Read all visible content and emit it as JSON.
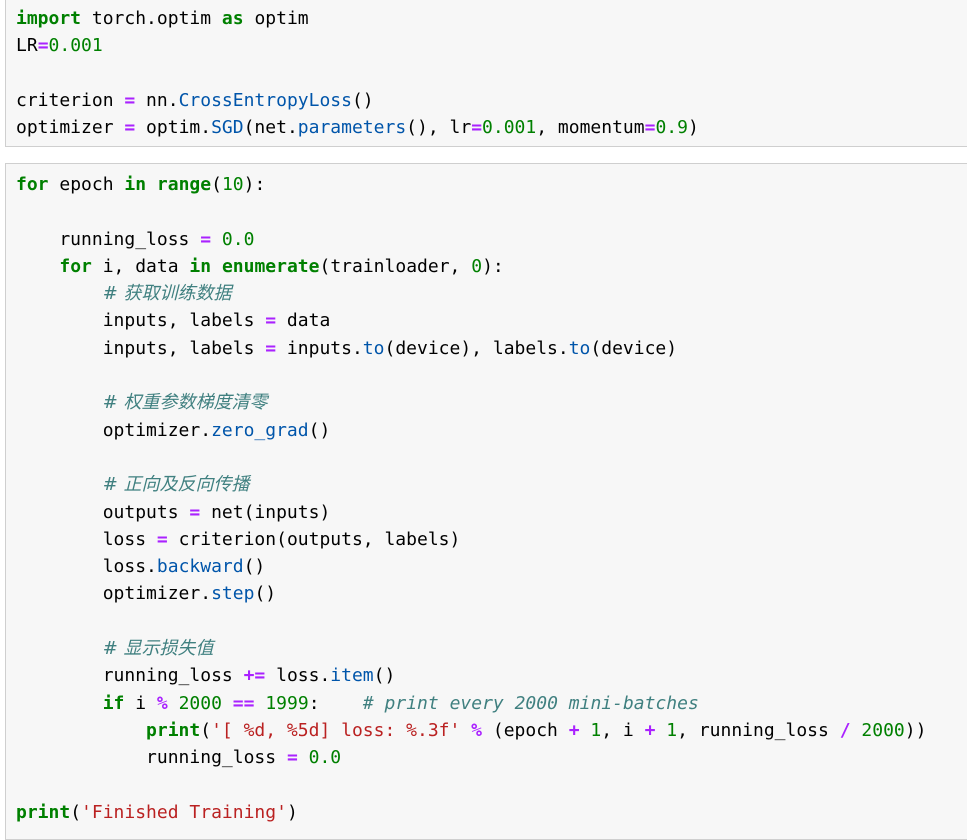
{
  "cells": [
    {
      "lines": [
        [
          {
            "t": "kw",
            "v": "import"
          },
          {
            "t": "",
            "v": " torch.optim "
          },
          {
            "t": "kw",
            "v": "as"
          },
          {
            "t": "",
            "v": " optim"
          }
        ],
        [
          {
            "t": "",
            "v": "LR"
          },
          {
            "t": "op",
            "v": "="
          },
          {
            "t": "num",
            "v": "0.001"
          }
        ],
        [],
        [
          {
            "t": "",
            "v": "criterion "
          },
          {
            "t": "op",
            "v": "="
          },
          {
            "t": "",
            "v": " nn."
          },
          {
            "t": "fn",
            "v": "CrossEntropyLoss"
          },
          {
            "t": "",
            "v": "()"
          }
        ],
        [
          {
            "t": "",
            "v": "optimizer "
          },
          {
            "t": "op",
            "v": "="
          },
          {
            "t": "",
            "v": " optim."
          },
          {
            "t": "fn",
            "v": "SGD"
          },
          {
            "t": "",
            "v": "(net."
          },
          {
            "t": "fn",
            "v": "parameters"
          },
          {
            "t": "",
            "v": "(), lr"
          },
          {
            "t": "op",
            "v": "="
          },
          {
            "t": "num",
            "v": "0.001"
          },
          {
            "t": "",
            "v": ", momentum"
          },
          {
            "t": "op",
            "v": "="
          },
          {
            "t": "num",
            "v": "0.9"
          },
          {
            "t": "",
            "v": ")"
          }
        ]
      ]
    },
    {
      "lines": [
        [
          {
            "t": "kw",
            "v": "for"
          },
          {
            "t": "",
            "v": " epoch "
          },
          {
            "t": "kw",
            "v": "in"
          },
          {
            "t": "",
            "v": " "
          },
          {
            "t": "kw",
            "v": "range"
          },
          {
            "t": "",
            "v": "("
          },
          {
            "t": "num",
            "v": "10"
          },
          {
            "t": "",
            "v": "):"
          }
        ],
        [],
        [
          {
            "t": "",
            "v": "    running_loss "
          },
          {
            "t": "op",
            "v": "="
          },
          {
            "t": "",
            "v": " "
          },
          {
            "t": "num",
            "v": "0.0"
          }
        ],
        [
          {
            "t": "",
            "v": "    "
          },
          {
            "t": "kw",
            "v": "for"
          },
          {
            "t": "",
            "v": " i, data "
          },
          {
            "t": "kw",
            "v": "in"
          },
          {
            "t": "",
            "v": " "
          },
          {
            "t": "kw",
            "v": "enumerate"
          },
          {
            "t": "",
            "v": "(trainloader, "
          },
          {
            "t": "num",
            "v": "0"
          },
          {
            "t": "",
            "v": "):"
          }
        ],
        [
          {
            "t": "",
            "v": "        "
          },
          {
            "t": "cmz",
            "v": "# 获取训练数据"
          }
        ],
        [
          {
            "t": "",
            "v": "        inputs, labels "
          },
          {
            "t": "op",
            "v": "="
          },
          {
            "t": "",
            "v": " data"
          }
        ],
        [
          {
            "t": "",
            "v": "        inputs, labels "
          },
          {
            "t": "op",
            "v": "="
          },
          {
            "t": "",
            "v": " inputs."
          },
          {
            "t": "fn",
            "v": "to"
          },
          {
            "t": "",
            "v": "(device), labels."
          },
          {
            "t": "fn",
            "v": "to"
          },
          {
            "t": "",
            "v": "(device)"
          }
        ],
        [],
        [
          {
            "t": "",
            "v": "        "
          },
          {
            "t": "cmz",
            "v": "# 权重参数梯度清零"
          }
        ],
        [
          {
            "t": "",
            "v": "        optimizer."
          },
          {
            "t": "fn",
            "v": "zero_grad"
          },
          {
            "t": "",
            "v": "()"
          }
        ],
        [],
        [
          {
            "t": "",
            "v": "        "
          },
          {
            "t": "cmz",
            "v": "# 正向及反向传播"
          }
        ],
        [
          {
            "t": "",
            "v": "        outputs "
          },
          {
            "t": "op",
            "v": "="
          },
          {
            "t": "",
            "v": " net(inputs)"
          }
        ],
        [
          {
            "t": "",
            "v": "        loss "
          },
          {
            "t": "op",
            "v": "="
          },
          {
            "t": "",
            "v": " criterion(outputs, labels)"
          }
        ],
        [
          {
            "t": "",
            "v": "        loss."
          },
          {
            "t": "fn",
            "v": "backward"
          },
          {
            "t": "",
            "v": "()"
          }
        ],
        [
          {
            "t": "",
            "v": "        optimizer."
          },
          {
            "t": "fn",
            "v": "step"
          },
          {
            "t": "",
            "v": "()"
          }
        ],
        [],
        [
          {
            "t": "",
            "v": "        "
          },
          {
            "t": "cmz",
            "v": "# 显示损失值"
          }
        ],
        [
          {
            "t": "",
            "v": "        running_loss "
          },
          {
            "t": "op",
            "v": "+="
          },
          {
            "t": "",
            "v": " loss."
          },
          {
            "t": "fn",
            "v": "item"
          },
          {
            "t": "",
            "v": "()"
          }
        ],
        [
          {
            "t": "",
            "v": "        "
          },
          {
            "t": "kw",
            "v": "if"
          },
          {
            "t": "",
            "v": " i "
          },
          {
            "t": "op",
            "v": "%"
          },
          {
            "t": "",
            "v": " "
          },
          {
            "t": "num",
            "v": "2000"
          },
          {
            "t": "",
            "v": " "
          },
          {
            "t": "op",
            "v": "=="
          },
          {
            "t": "",
            "v": " "
          },
          {
            "t": "num",
            "v": "1999"
          },
          {
            "t": "",
            "v": ":    "
          },
          {
            "t": "cm",
            "v": "# print every 2000 mini-batches"
          }
        ],
        [
          {
            "t": "",
            "v": "            "
          },
          {
            "t": "kw",
            "v": "print"
          },
          {
            "t": "",
            "v": "("
          },
          {
            "t": "str",
            "v": "'[ %d, %5d] loss: %.3f'"
          },
          {
            "t": "",
            "v": " "
          },
          {
            "t": "op",
            "v": "%"
          },
          {
            "t": "",
            "v": " (epoch "
          },
          {
            "t": "op",
            "v": "+"
          },
          {
            "t": "",
            "v": " "
          },
          {
            "t": "num",
            "v": "1"
          },
          {
            "t": "",
            "v": ", i "
          },
          {
            "t": "op",
            "v": "+"
          },
          {
            "t": "",
            "v": " "
          },
          {
            "t": "num",
            "v": "1"
          },
          {
            "t": "",
            "v": ", running_loss "
          },
          {
            "t": "op",
            "v": "/"
          },
          {
            "t": "",
            "v": " "
          },
          {
            "t": "num",
            "v": "2000"
          },
          {
            "t": "",
            "v": "))"
          }
        ],
        [
          {
            "t": "",
            "v": "            running_loss "
          },
          {
            "t": "op",
            "v": "="
          },
          {
            "t": "",
            "v": " "
          },
          {
            "t": "num",
            "v": "0.0"
          }
        ],
        [],
        [
          {
            "t": "kw",
            "v": "print"
          },
          {
            "t": "",
            "v": "("
          },
          {
            "t": "str",
            "v": "'Finished Training'"
          },
          {
            "t": "",
            "v": ")"
          }
        ]
      ]
    }
  ],
  "colors": {
    "keyword": "#008000",
    "operator": "#aa22ff",
    "number": "#008000",
    "string": "#ba2121",
    "function": "#0055aa",
    "comment": "#408080",
    "cell_background": "#f7f7f7",
    "cell_border": "#cfcfcf"
  }
}
